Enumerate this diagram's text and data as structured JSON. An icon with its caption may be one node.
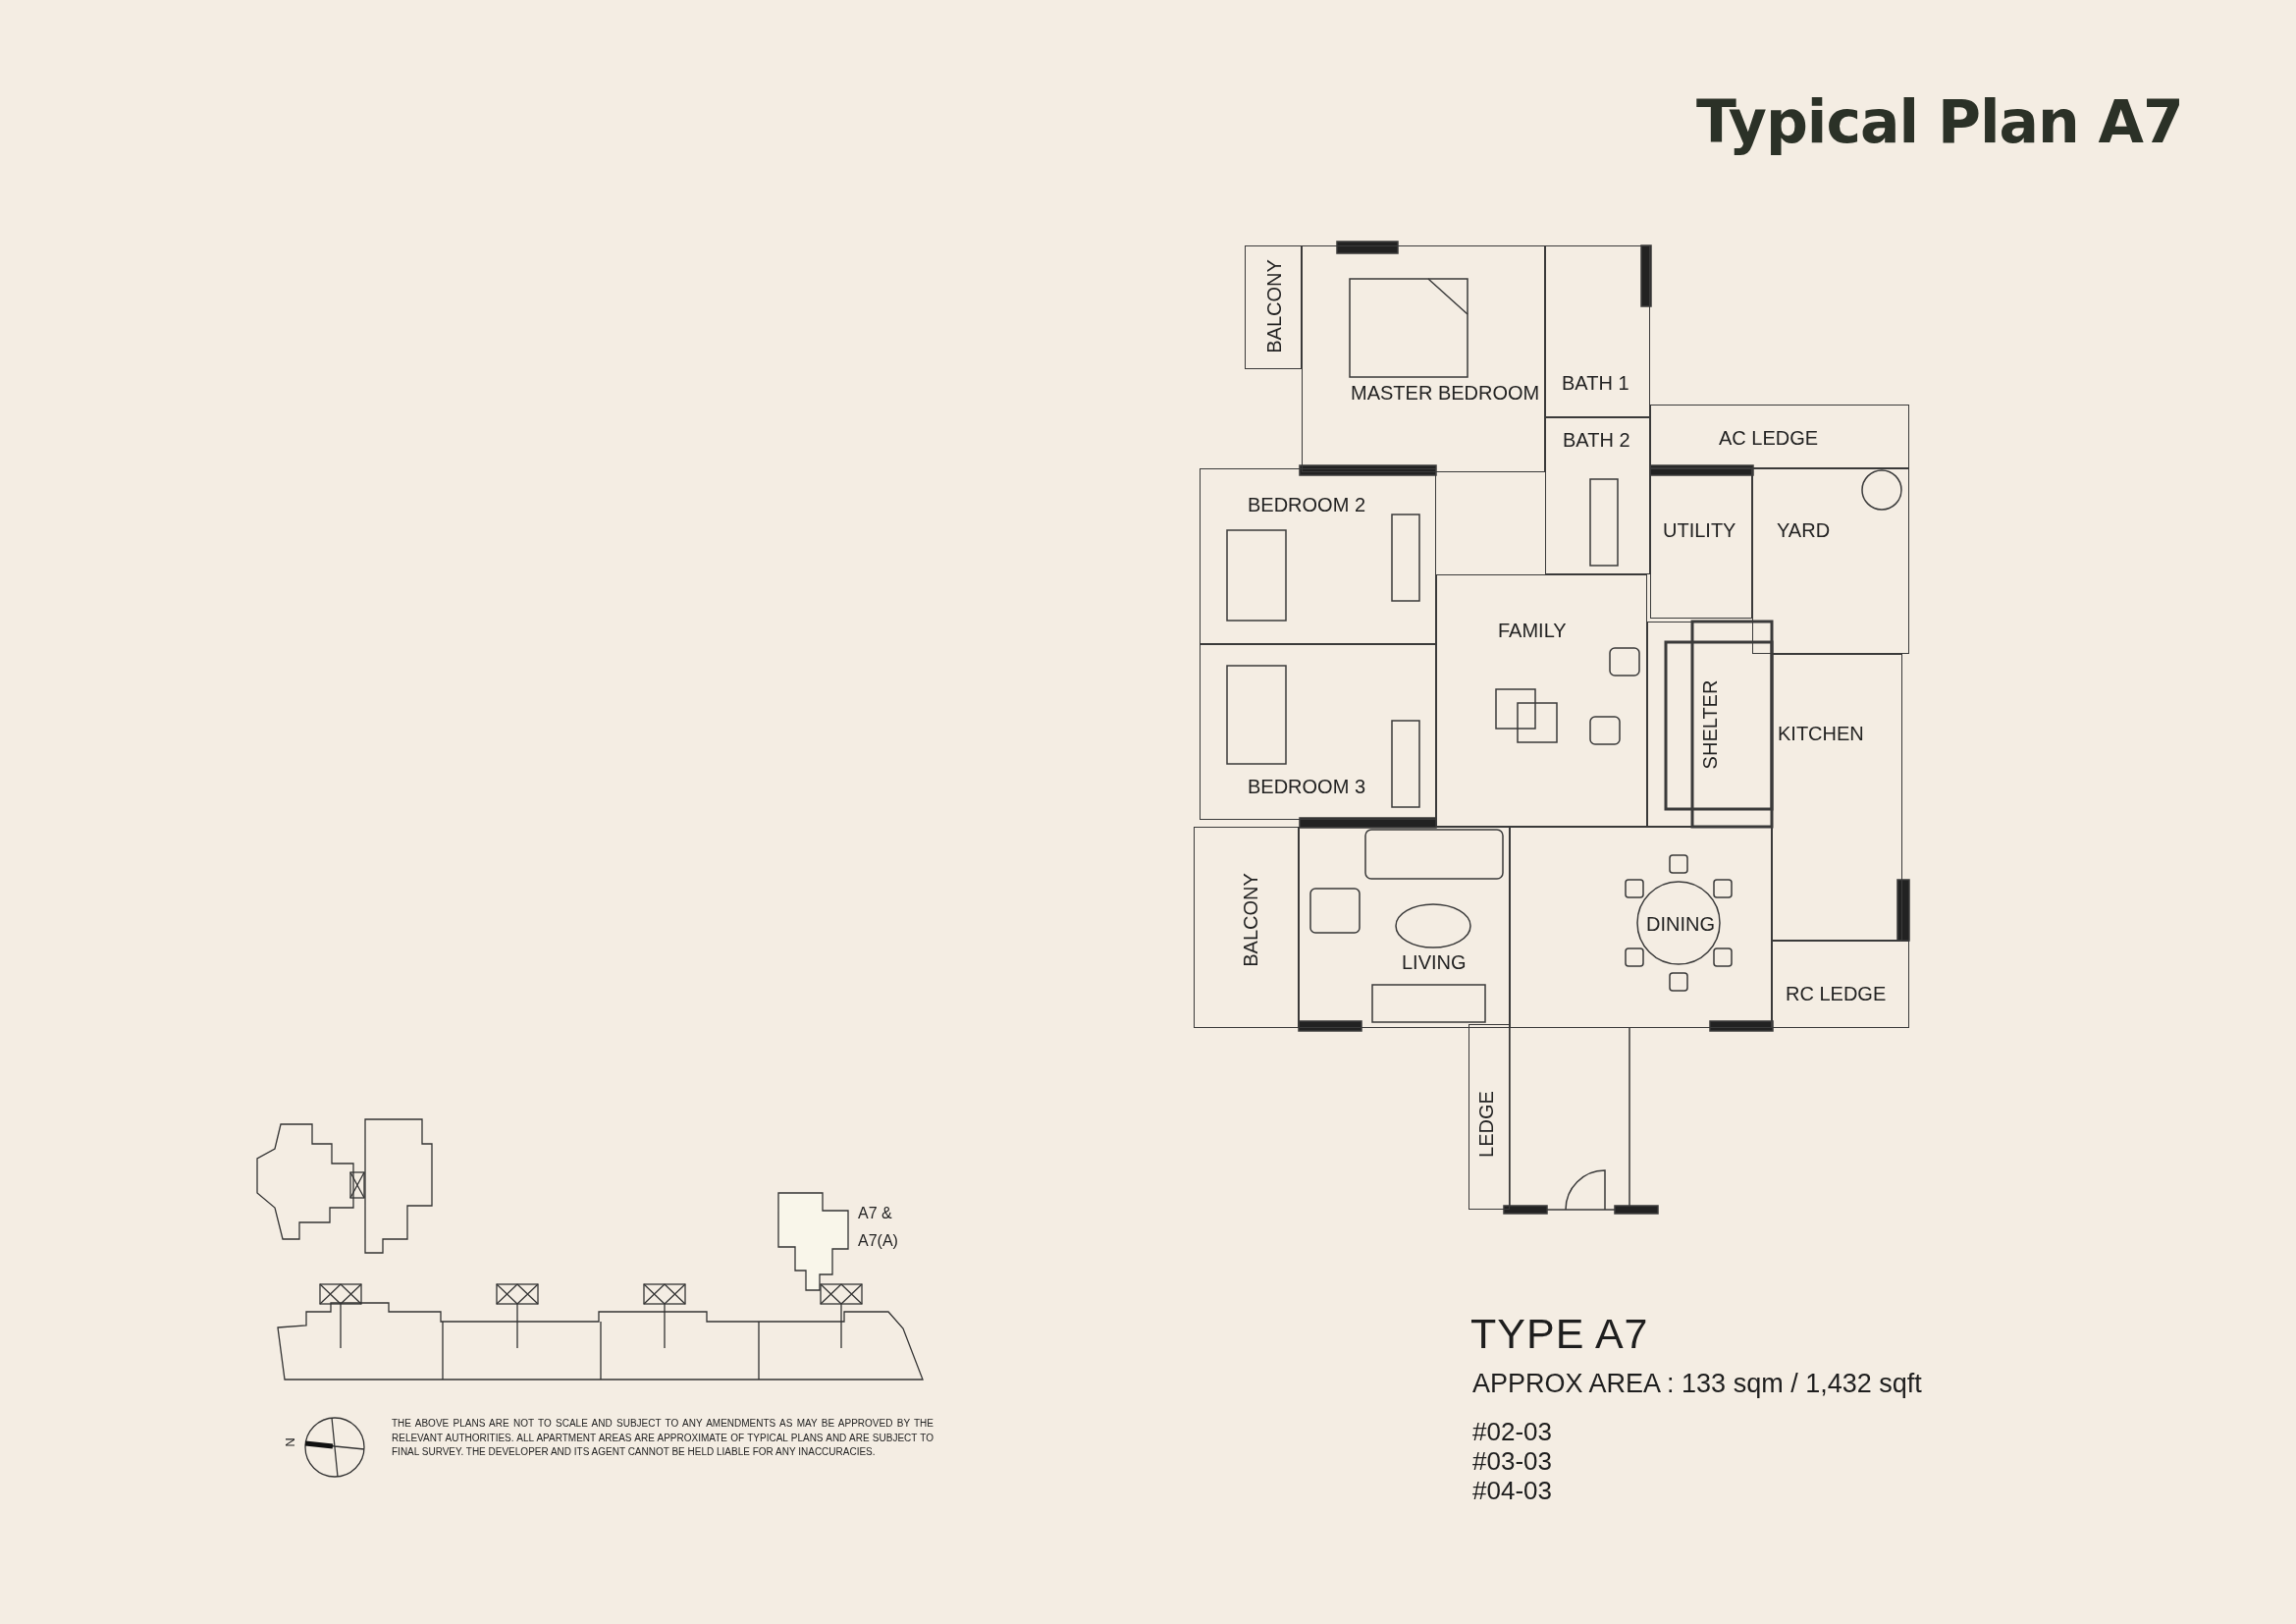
{
  "diagram": {
    "title": "Typical Plan A7",
    "nodes": [
      {
        "text": [
          "BALCONY"
        ]
      },
      {
        "text": [
          "MASTER BEDROOM"
        ]
      },
      {
        "text": [
          "BATH 1"
        ]
      },
      {
        "text": [
          "BATH 2"
        ]
      },
      {
        "text": [
          "AC LEDGE"
        ]
      },
      {
        "text": [
          "BEDROOM 2"
        ]
      },
      {
        "text": [
          "UTILITY"
        ]
      },
      {
        "text": [
          "YARD"
        ]
      },
      {
        "text": [
          "FAMILY"
        ]
      },
      {
        "text": [
          "SHELTER"
        ]
      },
      {
        "text": [
          "KITCHEN"
        ]
      },
      {
        "text": [
          "BEDROOM 3"
        ]
      },
      {
        "text": [
          "DINING"
        ]
      },
      {
        "text": [
          "BALCONY"
        ]
      },
      {
        "text": [
          "LIVING"
        ]
      },
      {
        "text": [
          "RC LEDGE"
        ]
      },
      {
        "text": [
          "LEDGE"
        ]
      }
    ],
    "labels": [
      "A7 & A7(A)",
      "N",
      "THE ABOVE PLANS ARE NOT TO SCALE AND SUBJECT TO ANY AMENDMENTS AS MAY BE APPROVED BY THE RELEVANT AUTHORITIES. ALL APARTMENT AREAS ARE APPROXIMATE OF TYPICAL PLANS AND ARE SUBJECT TO FINAL SURVEY. THE DEVELOPER AND ITS AGENT CANNOT BE HELD LIABLE FOR ANY INACCURACIES.",
      "TYPE A7",
      "APPROX AREA : 133 sqm / 1,432 sqft",
      "#02-03",
      "#03-03",
      "#04-03"
    ]
  }
}
